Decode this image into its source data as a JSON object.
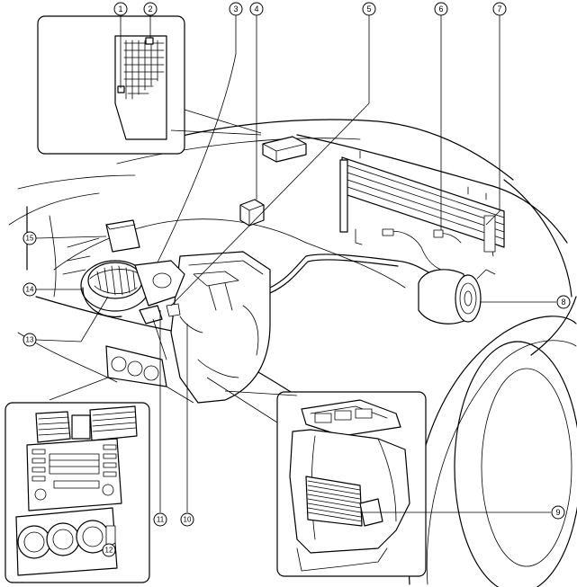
{
  "callouts": {
    "c1": "1",
    "c2": "2",
    "c3": "3",
    "c4": "4",
    "c5": "5",
    "c6": "6",
    "c7": "7",
    "c8": "8",
    "c9": "9",
    "c10": "10",
    "c11": "11",
    "c12": "12",
    "c13": "13",
    "c14": "14",
    "c15": "15"
  }
}
